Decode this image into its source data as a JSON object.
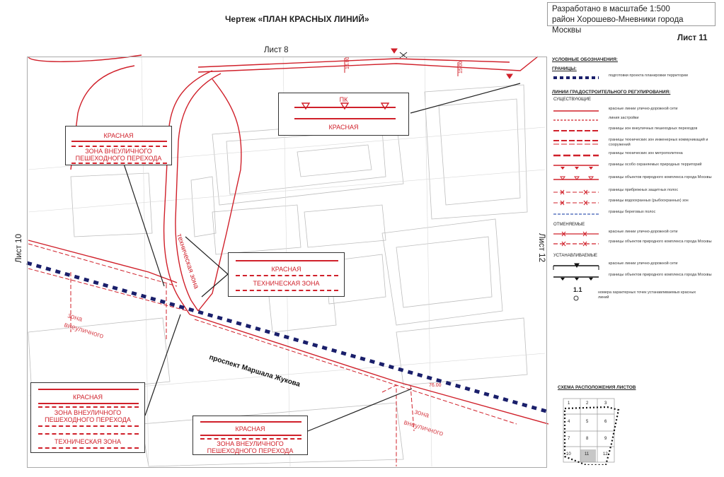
{
  "header": {
    "title": "Чертеж  «ПЛАН КРАСНЫХ ЛИНИЙ»",
    "scale_line": "Разработано в масштабе 1:500",
    "district_line": "район Хорошево-Мневники города Москвы",
    "sheet": "Лист 11"
  },
  "map": {
    "sheet_top": "Лист 8",
    "sheet_left": "Лист 10",
    "sheet_right": "Лист 12",
    "street_name": "проспект Маршала Жукова",
    "zone_label_1a": "зона",
    "zone_label_1b": "внеуличного",
    "zone_label_2a": "зона",
    "zone_label_2b": "внеуличного",
    "tech_zone_label": "техническая зона",
    "dim_a": "15.00",
    "dim_b": "15.00",
    "dim_c": "76.00"
  },
  "callouts": {
    "pk": {
      "tag": "ПК",
      "label": "КРАСНАЯ"
    },
    "left_top": {
      "label1": "КРАСНАЯ",
      "label2": "ЗОНА ВНЕУЛИЧНОГО",
      "label3": "ПЕШЕХОДНОГО ПЕРЕХОДА"
    },
    "mid_right": {
      "label1": "КРАСНАЯ",
      "label2": "ТЕХНИЧЕСКАЯ ЗОНА"
    },
    "bottom_left": {
      "label1": "КРАСНАЯ",
      "label2": "ЗОНА ВНЕУЛИЧНОГО",
      "label3": "ПЕШЕХОДНОГО ПЕРЕХОДА",
      "label4": "ТЕХНИЧЕСКАЯ ЗОНА"
    },
    "bottom_mid": {
      "label1": "КРАСНАЯ",
      "label2": "ЗОНА ВНЕУЛИЧНОГО",
      "label3": "ПЕШЕХОДНОГО ПЕРЕХОДА"
    }
  },
  "legend": {
    "title": "УСЛОВНЫЕ ОБОЗНАЧЕНИЯ:",
    "group_bounds": "ГРАНИЦЫ:",
    "bounds_item": "подготовки проекта планировки территории",
    "group_lines": "ЛИНИИ ГРАДОСТРОИТЕЛЬНОГО РЕГУЛИРОВАНИЯ:",
    "sub_existing": "СУЩЕСТВУЮЩИЕ",
    "existing": [
      "красные линии улично-дорожной сети",
      "линия застройки",
      "границы зон внеуличных пешеходных переходов",
      "границы технических зон инженерных коммуникаций и сооружений",
      "границы технических зон метрополитена",
      "границы особо охраняемых природных территорий",
      "границы объектов природного комплекса города Москвы",
      "границы прибрежных защитных полос",
      "границы водоохранных (рыбоохранных) зон",
      "границы береговых полос"
    ],
    "sub_cancelled": "ОТМЕНЯЕМЫЕ",
    "cancelled": [
      "красные линии улично-дорожной сети",
      "границы объектов природного комплекса города Москвы"
    ],
    "sub_new": "УСТАНАВЛИВАЕМЫЕ",
    "new_items": [
      "красные линии улично-дорожной сети",
      "границы объектов природного комплекса города Москвы"
    ],
    "point_num": "1.1",
    "point_text": "номера характерных точек устанавливаемых красных линий"
  },
  "scheme": {
    "title": "СХЕМА РАСПОЛОЖЕНИЯ ЛИСТОВ",
    "cells": [
      "1",
      "2",
      "3",
      "4",
      "5",
      "6",
      "7",
      "8",
      "9",
      "10",
      "11",
      "12"
    ]
  },
  "colors": {
    "red": "#d0202a",
    "navy": "#1a1f6b",
    "grey": "#b8b8b8"
  }
}
